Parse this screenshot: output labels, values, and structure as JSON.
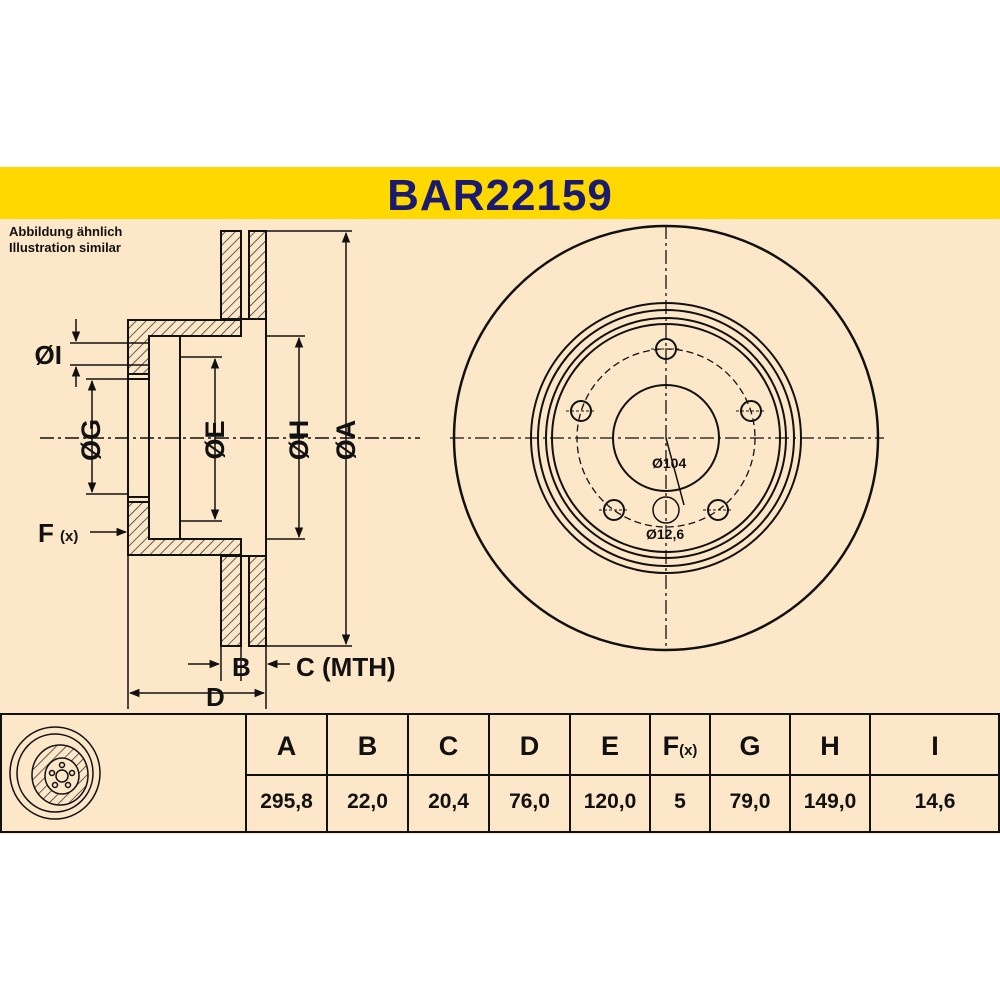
{
  "title": "BAR22159",
  "note": {
    "line1": "Abbildung ähnlich",
    "line2": "Illustration similar"
  },
  "dim_labels": {
    "I": "ØI",
    "G": "ØG",
    "E": "ØE",
    "H": "ØH",
    "A": "ØA",
    "F": "F",
    "F_sub": "(x)",
    "B": "B",
    "C": "C (MTH)",
    "D": "D"
  },
  "front_labels": {
    "pcd": "Ø104",
    "bolt": "Ø12,6"
  },
  "table": {
    "headers": [
      "A",
      "B",
      "C",
      "D",
      "E",
      "F",
      "G",
      "H",
      "I"
    ],
    "header_F_sub": "(x)",
    "values": [
      "295,8",
      "22,0",
      "20,4",
      "76,0",
      "120,0",
      "5",
      "79,0",
      "149,0",
      "14,6"
    ]
  },
  "colors": {
    "header_bg": "#ffd800",
    "title": "#1a1a6e",
    "panel_bg": "#fde7c9",
    "line": "#111111"
  }
}
